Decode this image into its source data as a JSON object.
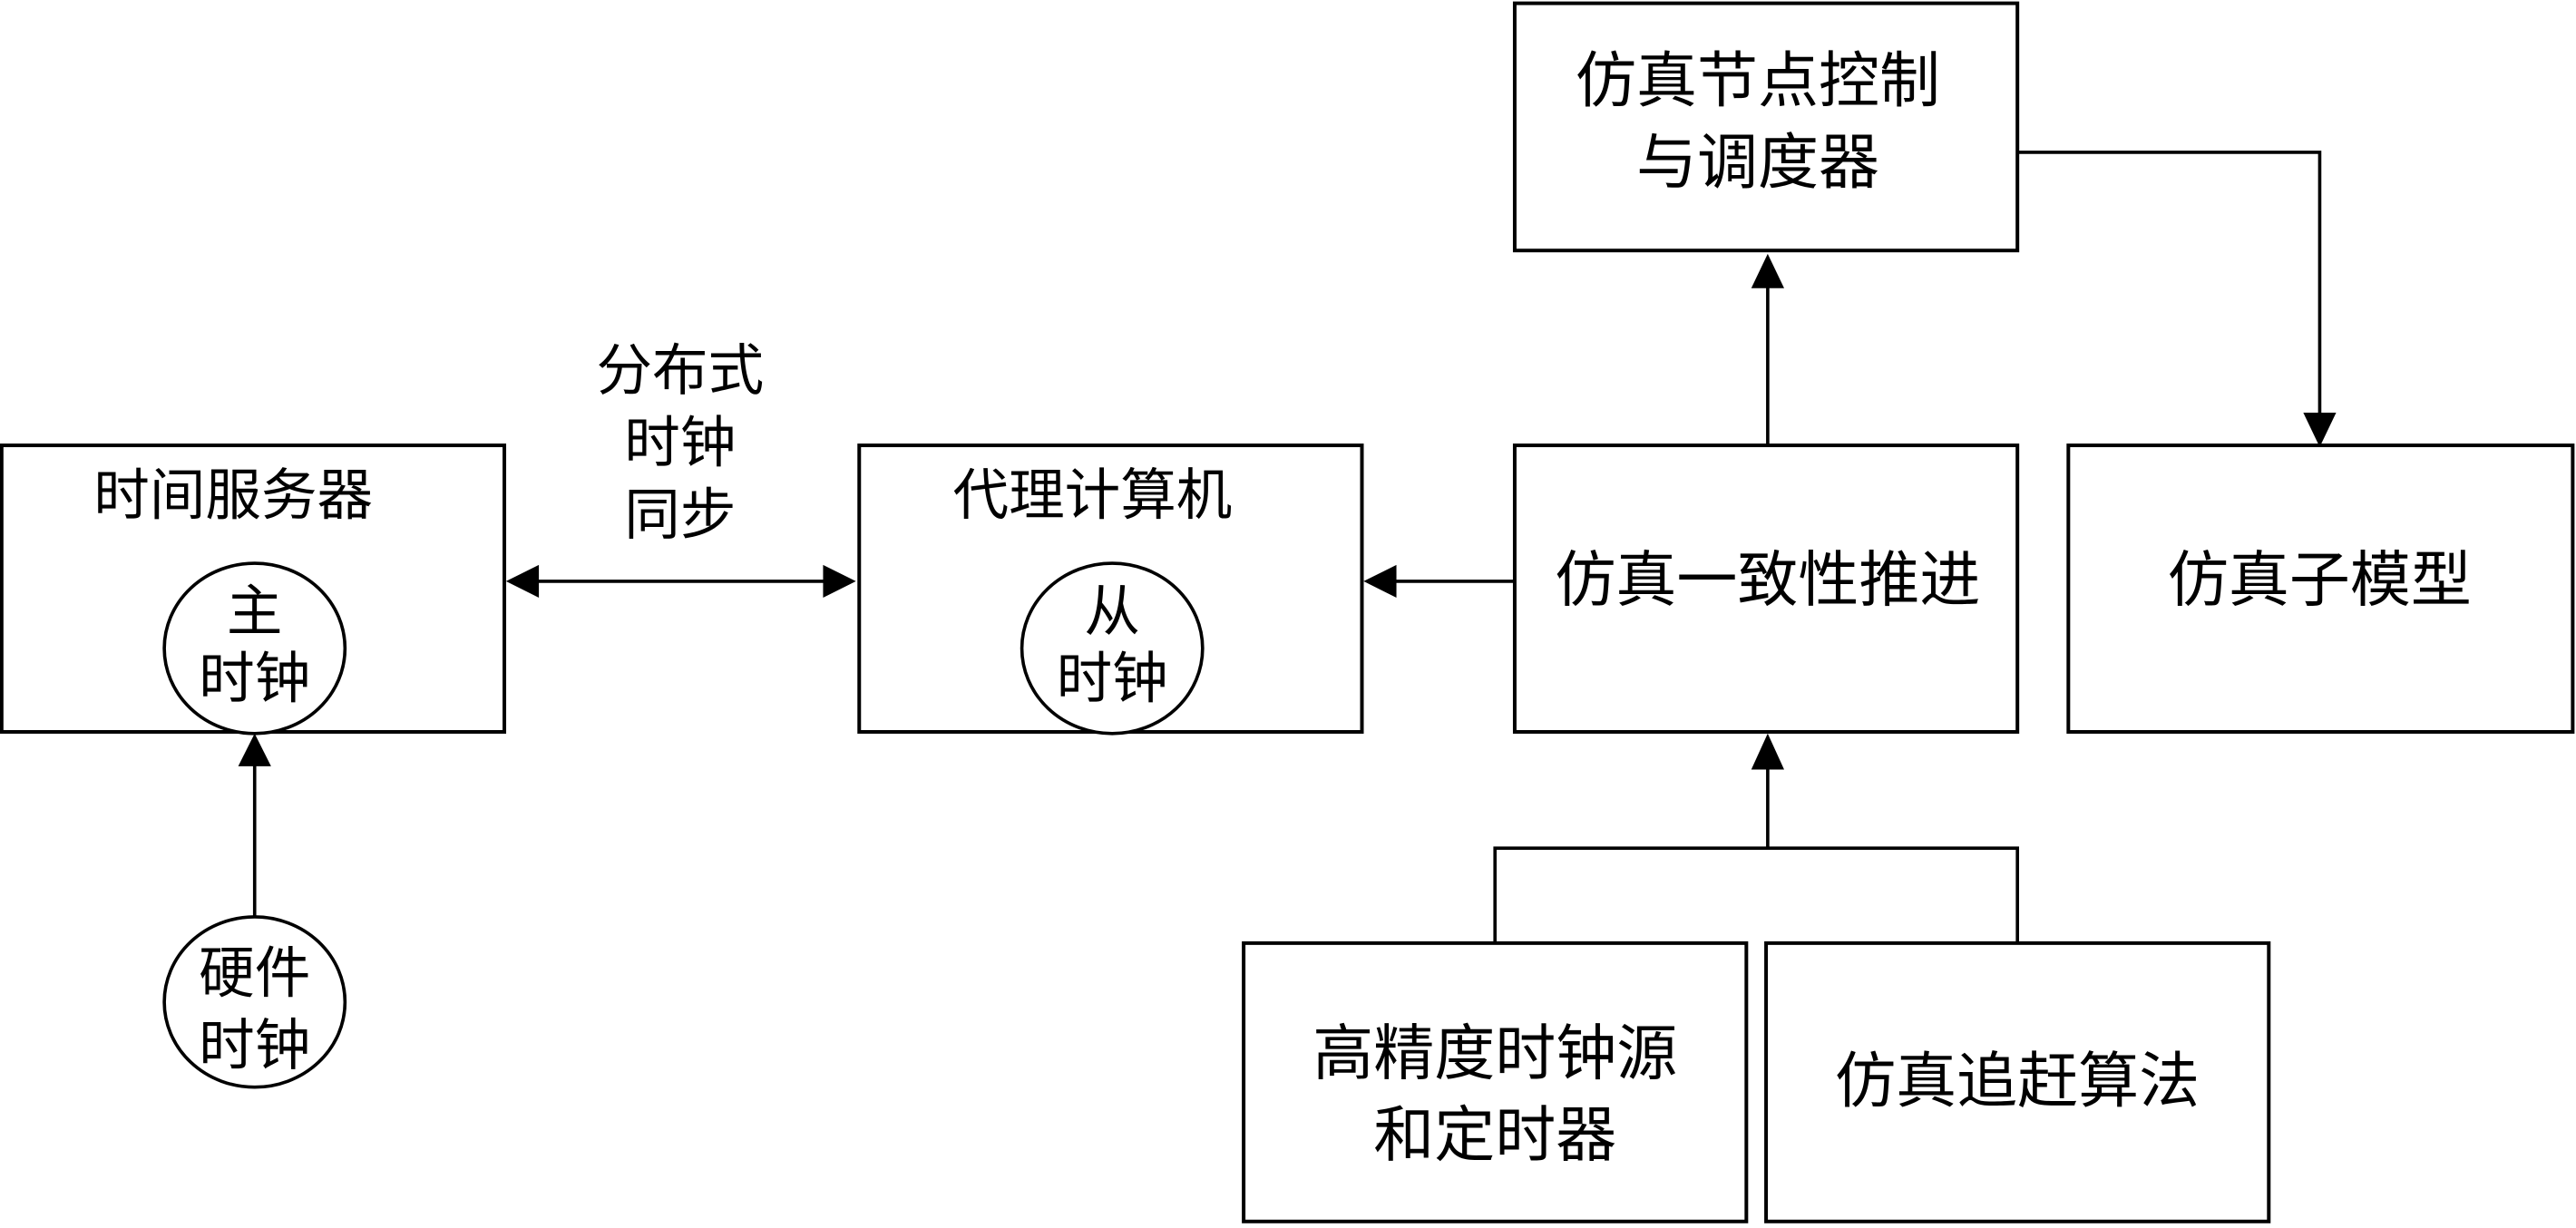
{
  "diagram": {
    "time_server": {
      "title": "时间服务器",
      "clock_line1": "主",
      "clock_line2": "时钟"
    },
    "hardware_clock": {
      "line1": "硬件",
      "line2": "时钟"
    },
    "sync_label": {
      "line1": "分布式",
      "line2": "时钟",
      "line3": "同步"
    },
    "proxy_computer": {
      "title": "代理计算机",
      "clock_line1": "从",
      "clock_line2": "时钟"
    },
    "consistency": {
      "label": "仿真一致性推进"
    },
    "controller": {
      "line1": "仿真节点控制",
      "line2": "与调度器"
    },
    "submodel": {
      "label": "仿真子模型"
    },
    "clock_source": {
      "line1": "高精度时钟源",
      "line2": "和定时器"
    },
    "catchup": {
      "label": "仿真追赶算法"
    }
  }
}
